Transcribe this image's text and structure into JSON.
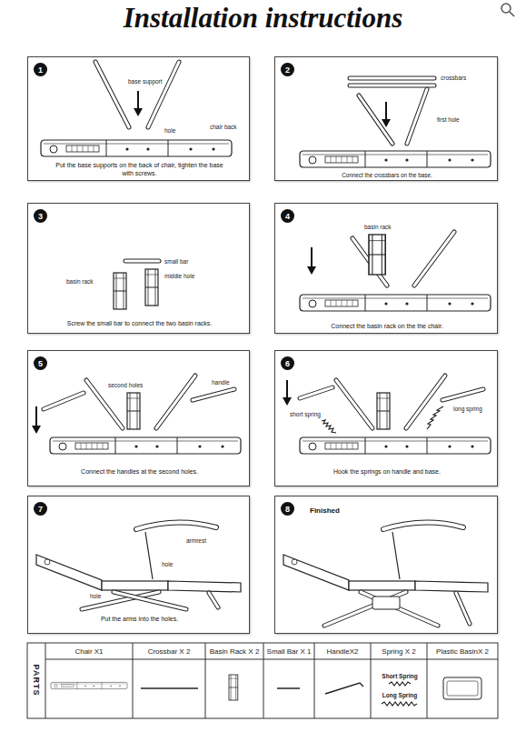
{
  "diagram": {
    "title": "Installation instructions",
    "nodes": [
      {
        "text": [
          "Put the base supports on the back of chair, tighten the base with screws."
        ]
      },
      {
        "text": [
          "1"
        ],
        "in": 0
      },
      {
        "text": [
          "Connect the crossbars on the base."
        ]
      },
      {
        "text": [
          "2"
        ],
        "in": 2
      },
      {
        "text": [
          "Screw the small bar to connect the two basin racks."
        ]
      },
      {
        "text": [
          "3"
        ],
        "in": 4
      },
      {
        "text": [
          "Connect the basin rack on the the chair."
        ]
      },
      {
        "text": [
          "4"
        ],
        "in": 6
      },
      {
        "text": [
          "Connect the handles at the second holes."
        ]
      },
      {
        "text": [
          "5"
        ],
        "in": 8
      },
      {
        "text": [
          "Hook the springs on handle and base."
        ]
      },
      {
        "text": [
          "6"
        ],
        "in": 10
      },
      {
        "text": [
          "Put the arms into the holes."
        ]
      },
      {
        "text": [
          "7"
        ],
        "in": 12
      },
      {
        "text": [
          "Finished"
        ]
      },
      {
        "text": [
          "8"
        ],
        "in": 14
      }
    ],
    "labels": [
      "base support",
      "hole",
      "chair back",
      "crossbars",
      "first hole",
      "small bar",
      "basin rack",
      "middle hole",
      "basin rack",
      "second holes",
      "handle",
      "short spring",
      "long spring",
      "armrest",
      "hole",
      "hole",
      "PARTS",
      "Chair X1",
      "Crossbar X 2",
      "Basin Rack X 2",
      "Small Bar X 1",
      "HandleX2",
      "Spring X 2",
      "Plastic BasinX 2",
      "Short Spring",
      "Long Spring"
    ]
  }
}
